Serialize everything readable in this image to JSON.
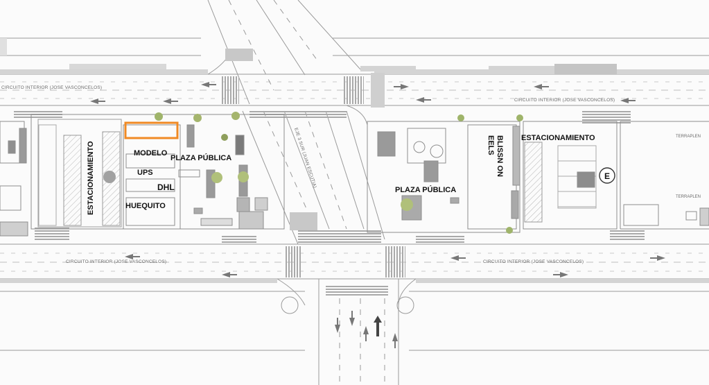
{
  "labels": {
    "estacionamiento_left": "ESTACIONAMIENTO",
    "estacionamiento_right": "ESTACIONAMIENTO",
    "modelo": "MODELO",
    "ups": "UPS",
    "dhl": "DHL",
    "huequito": "HUEQUITO",
    "plaza_publica_left": "PLAZA PÚBLICA",
    "plaza_publica_right": "PLAZA PÚBLICA",
    "blissn_on_eels": "BLISSN ON\nEELS",
    "parking_sign": "E",
    "terraplen_top": "TERRAPLEN",
    "terraplen_bottom": "TERRAPLEN"
  },
  "roads": {
    "circuito_top_left": "CIRCUITO INTERIOR (JOSE VASCONCELOS)",
    "circuito_top_right": "CIRCUITO INTERIOR (JOSE VASCONCELOS)",
    "circuito_bottom_left": "CIRCUITO INTERIOR (JOSE VASCONCELOS)",
    "circuito_bottom_right": "CIRCUITO INTERIOR (JOSE VASCONCELOS)",
    "eje_vertical": "EJE 3 SUR (JUAN ESCUTIA)"
  },
  "colors": {
    "highlight": "#f08a24",
    "road_line": "#9a9a9a",
    "block": "#d9d9d9",
    "dark": "#555555"
  }
}
